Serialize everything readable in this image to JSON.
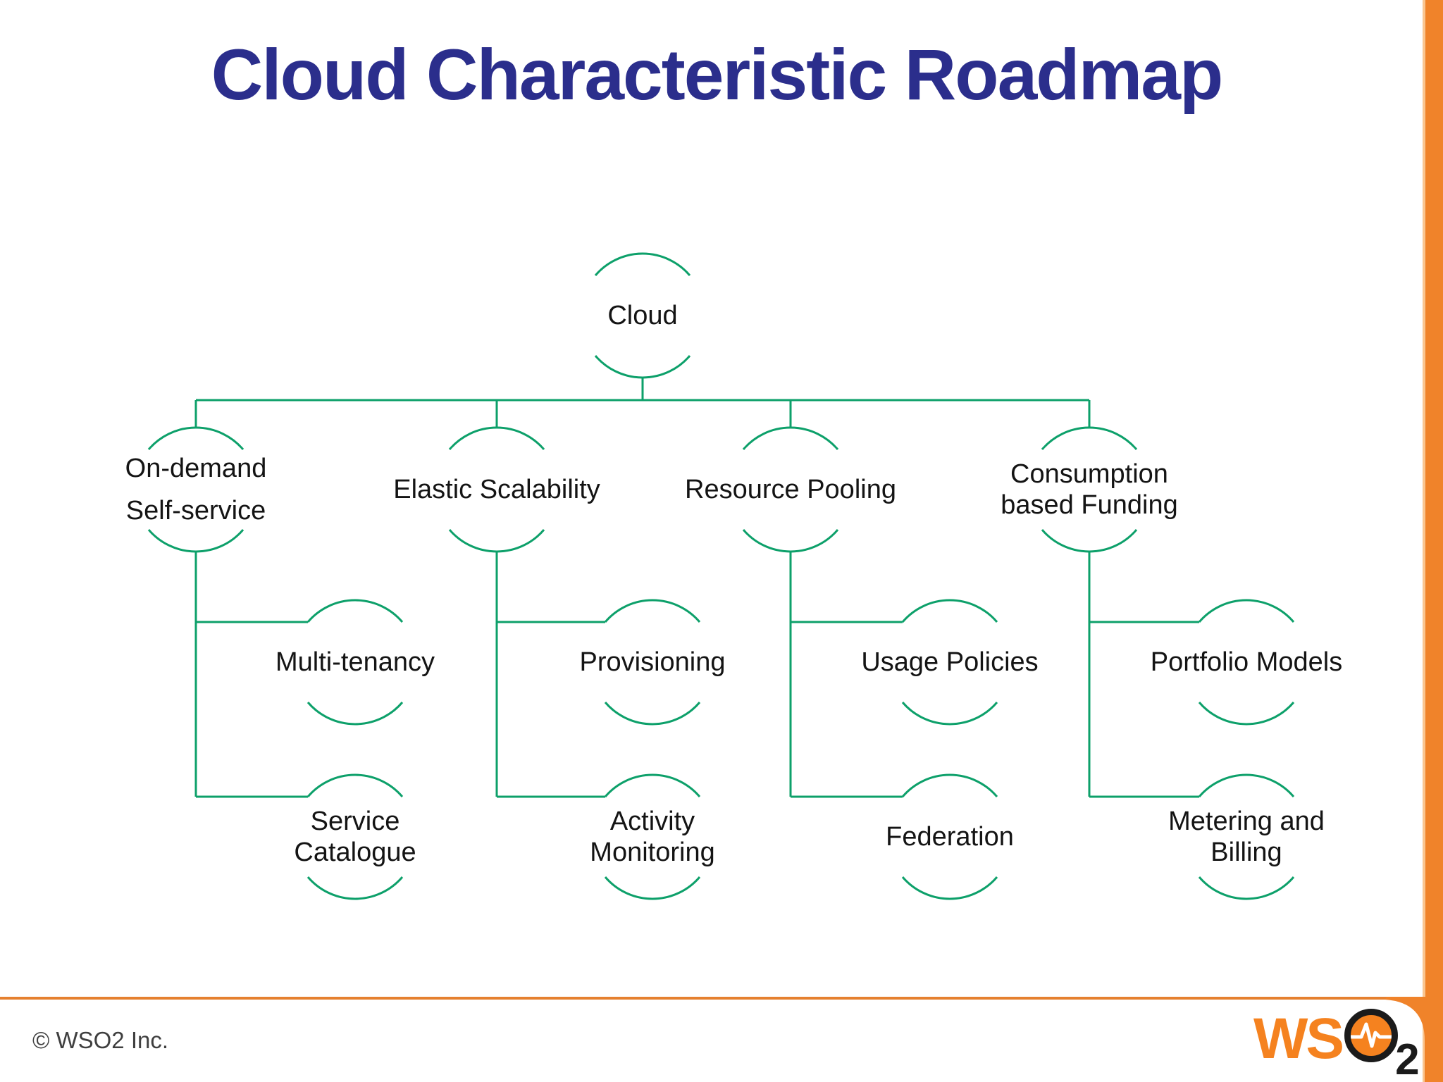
{
  "slide": {
    "title": "Cloud Characteristic Roadmap",
    "footer": {
      "copyright": "© WSO2 Inc."
    },
    "logo": {
      "ws": "WS",
      "sub": "2"
    },
    "colors": {
      "diagram_green": "#0DA06A",
      "title_navy": "#2B2E8C",
      "accent_orange_bar": "#F0832A",
      "rule_orange": "#E5802F",
      "logo_orange": "#F5821F",
      "label_black": "#141414",
      "copyright_gray": "#3F3F3F"
    }
  },
  "diagram": {
    "root": {
      "label": "Cloud",
      "children": [
        {
          "label": "On-demand\nSelf-service",
          "children": [
            {
              "label": "Multi-tenancy"
            },
            {
              "label": "Service\nCatalogue"
            }
          ]
        },
        {
          "label": "Elastic Scalability",
          "children": [
            {
              "label": "Provisioning"
            },
            {
              "label": "Activity\nMonitoring"
            }
          ]
        },
        {
          "label": "Resource Pooling",
          "children": [
            {
              "label": "Usage Policies"
            },
            {
              "label": "Federation"
            }
          ]
        },
        {
          "label": "Consumption\nbased Funding",
          "children": [
            {
              "label": "Portfolio Models"
            },
            {
              "label": "Metering and\nBilling"
            }
          ]
        }
      ]
    }
  }
}
